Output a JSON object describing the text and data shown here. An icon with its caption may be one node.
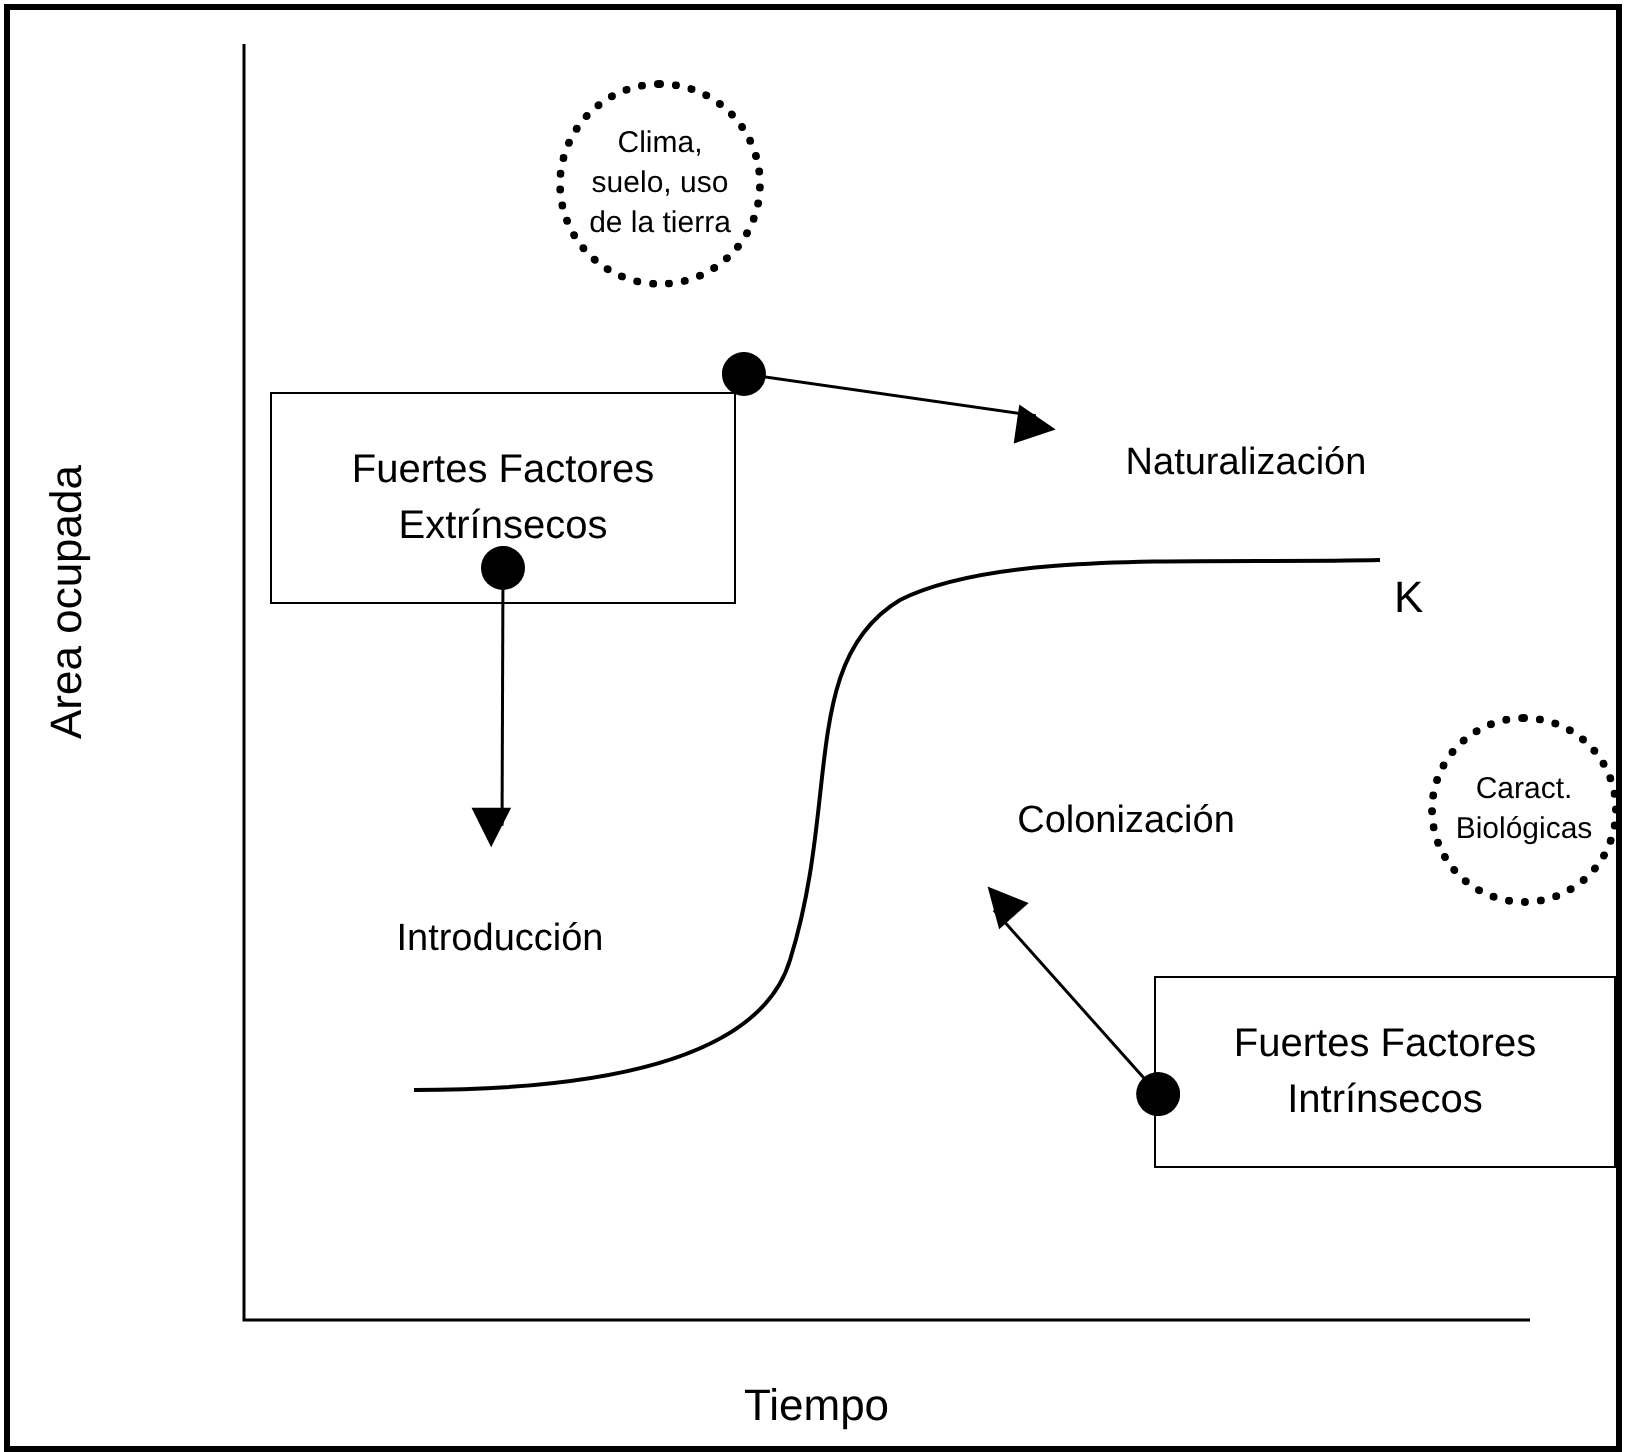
{
  "diagram": {
    "nodes": [
      {
        "text": [
          "Clima, suelo, uso de la tierra"
        ]
      },
      {
        "text": [
          "Fuertes Factores Extrínsecos"
        ]
      },
      {
        "text": [
          "Naturalización"
        ]
      },
      {
        "text": [
          "Introducción"
        ]
      },
      {
        "text": [
          "Colonización"
        ]
      },
      {
        "text": [
          "Caract. Biológicas"
        ]
      },
      {
        "text": [
          "Fuertes Factores Intrínsecos"
        ]
      }
    ],
    "edges": [
      {
        "from": 1,
        "to": 2,
        "arrow": "to"
      },
      {
        "from": 1,
        "to": 3,
        "arrow": "to"
      },
      {
        "from": 6,
        "to": 4,
        "arrow": "to"
      }
    ],
    "labels": [
      "K",
      "Area ocupada",
      "Tiempo"
    ]
  }
}
